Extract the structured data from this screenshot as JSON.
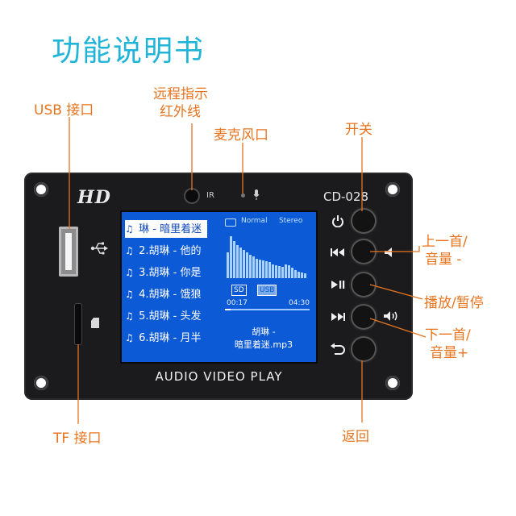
{
  "title": "功能说明书",
  "callouts": {
    "usb": "USB 接口",
    "ir_line1": "远程指示",
    "ir_line2": "红外线",
    "mic": "麦克风口",
    "power": "开关",
    "prev_line1": "上一首/",
    "prev_line2": "音量 -",
    "play": "播放/暂停",
    "next_line1": "下一首/",
    "next_line2": "音量+",
    "back": "返回",
    "tf": "TF 接口"
  },
  "board": {
    "brand": "HD",
    "model": "CD-028",
    "ir_label": "IR",
    "usb_symbol": "usb-icon",
    "footer": "AUDIO VIDEO PLAY"
  },
  "screen": {
    "playlist": [
      {
        "label": "琳 - 暗里着迷",
        "selected": true
      },
      {
        "label": "2.胡琳 - 他的",
        "selected": false
      },
      {
        "label": "3.胡琳 - 你是",
        "selected": false
      },
      {
        "label": "4.胡琳 - 饿狼",
        "selected": false
      },
      {
        "label": "5.胡琳 - 头发",
        "selected": false
      },
      {
        "label": "6.胡琳 - 月半",
        "selected": false
      }
    ],
    "mode": "Normal",
    "channel": "Stereo",
    "sd_badge": "SD",
    "usb_badge": "USB",
    "elapsed": "00:17",
    "total": "04:30",
    "progress": 0.065,
    "song_line1": "胡琳 -",
    "song_line2": "暗里着迷.mp3",
    "eq_levels": [
      0.55,
      0.9,
      0.8,
      0.7,
      0.65,
      0.6,
      0.55,
      0.5,
      0.46,
      0.42,
      0.4,
      0.38,
      0.36,
      0.34,
      0.3,
      0.28,
      0.26,
      0.24,
      0.3,
      0.28,
      0.22,
      0.18,
      0.14,
      0.12,
      0.1
    ]
  },
  "buttons": [
    {
      "name": "power-button",
      "icon": "power-icon"
    },
    {
      "name": "prev-button",
      "icon": "skip-back-icon",
      "side_icon": "volume-down-icon"
    },
    {
      "name": "play-pause-button",
      "icon": "play-pause-icon"
    },
    {
      "name": "next-button",
      "icon": "skip-forward-icon",
      "side_icon": "volume-up-icon"
    },
    {
      "name": "back-button",
      "icon": "return-icon"
    }
  ],
  "colors": {
    "title": "#1fb4d8",
    "callout": "#e8741e",
    "screen": "#0d5ad6",
    "board": "#1b1b1d"
  }
}
